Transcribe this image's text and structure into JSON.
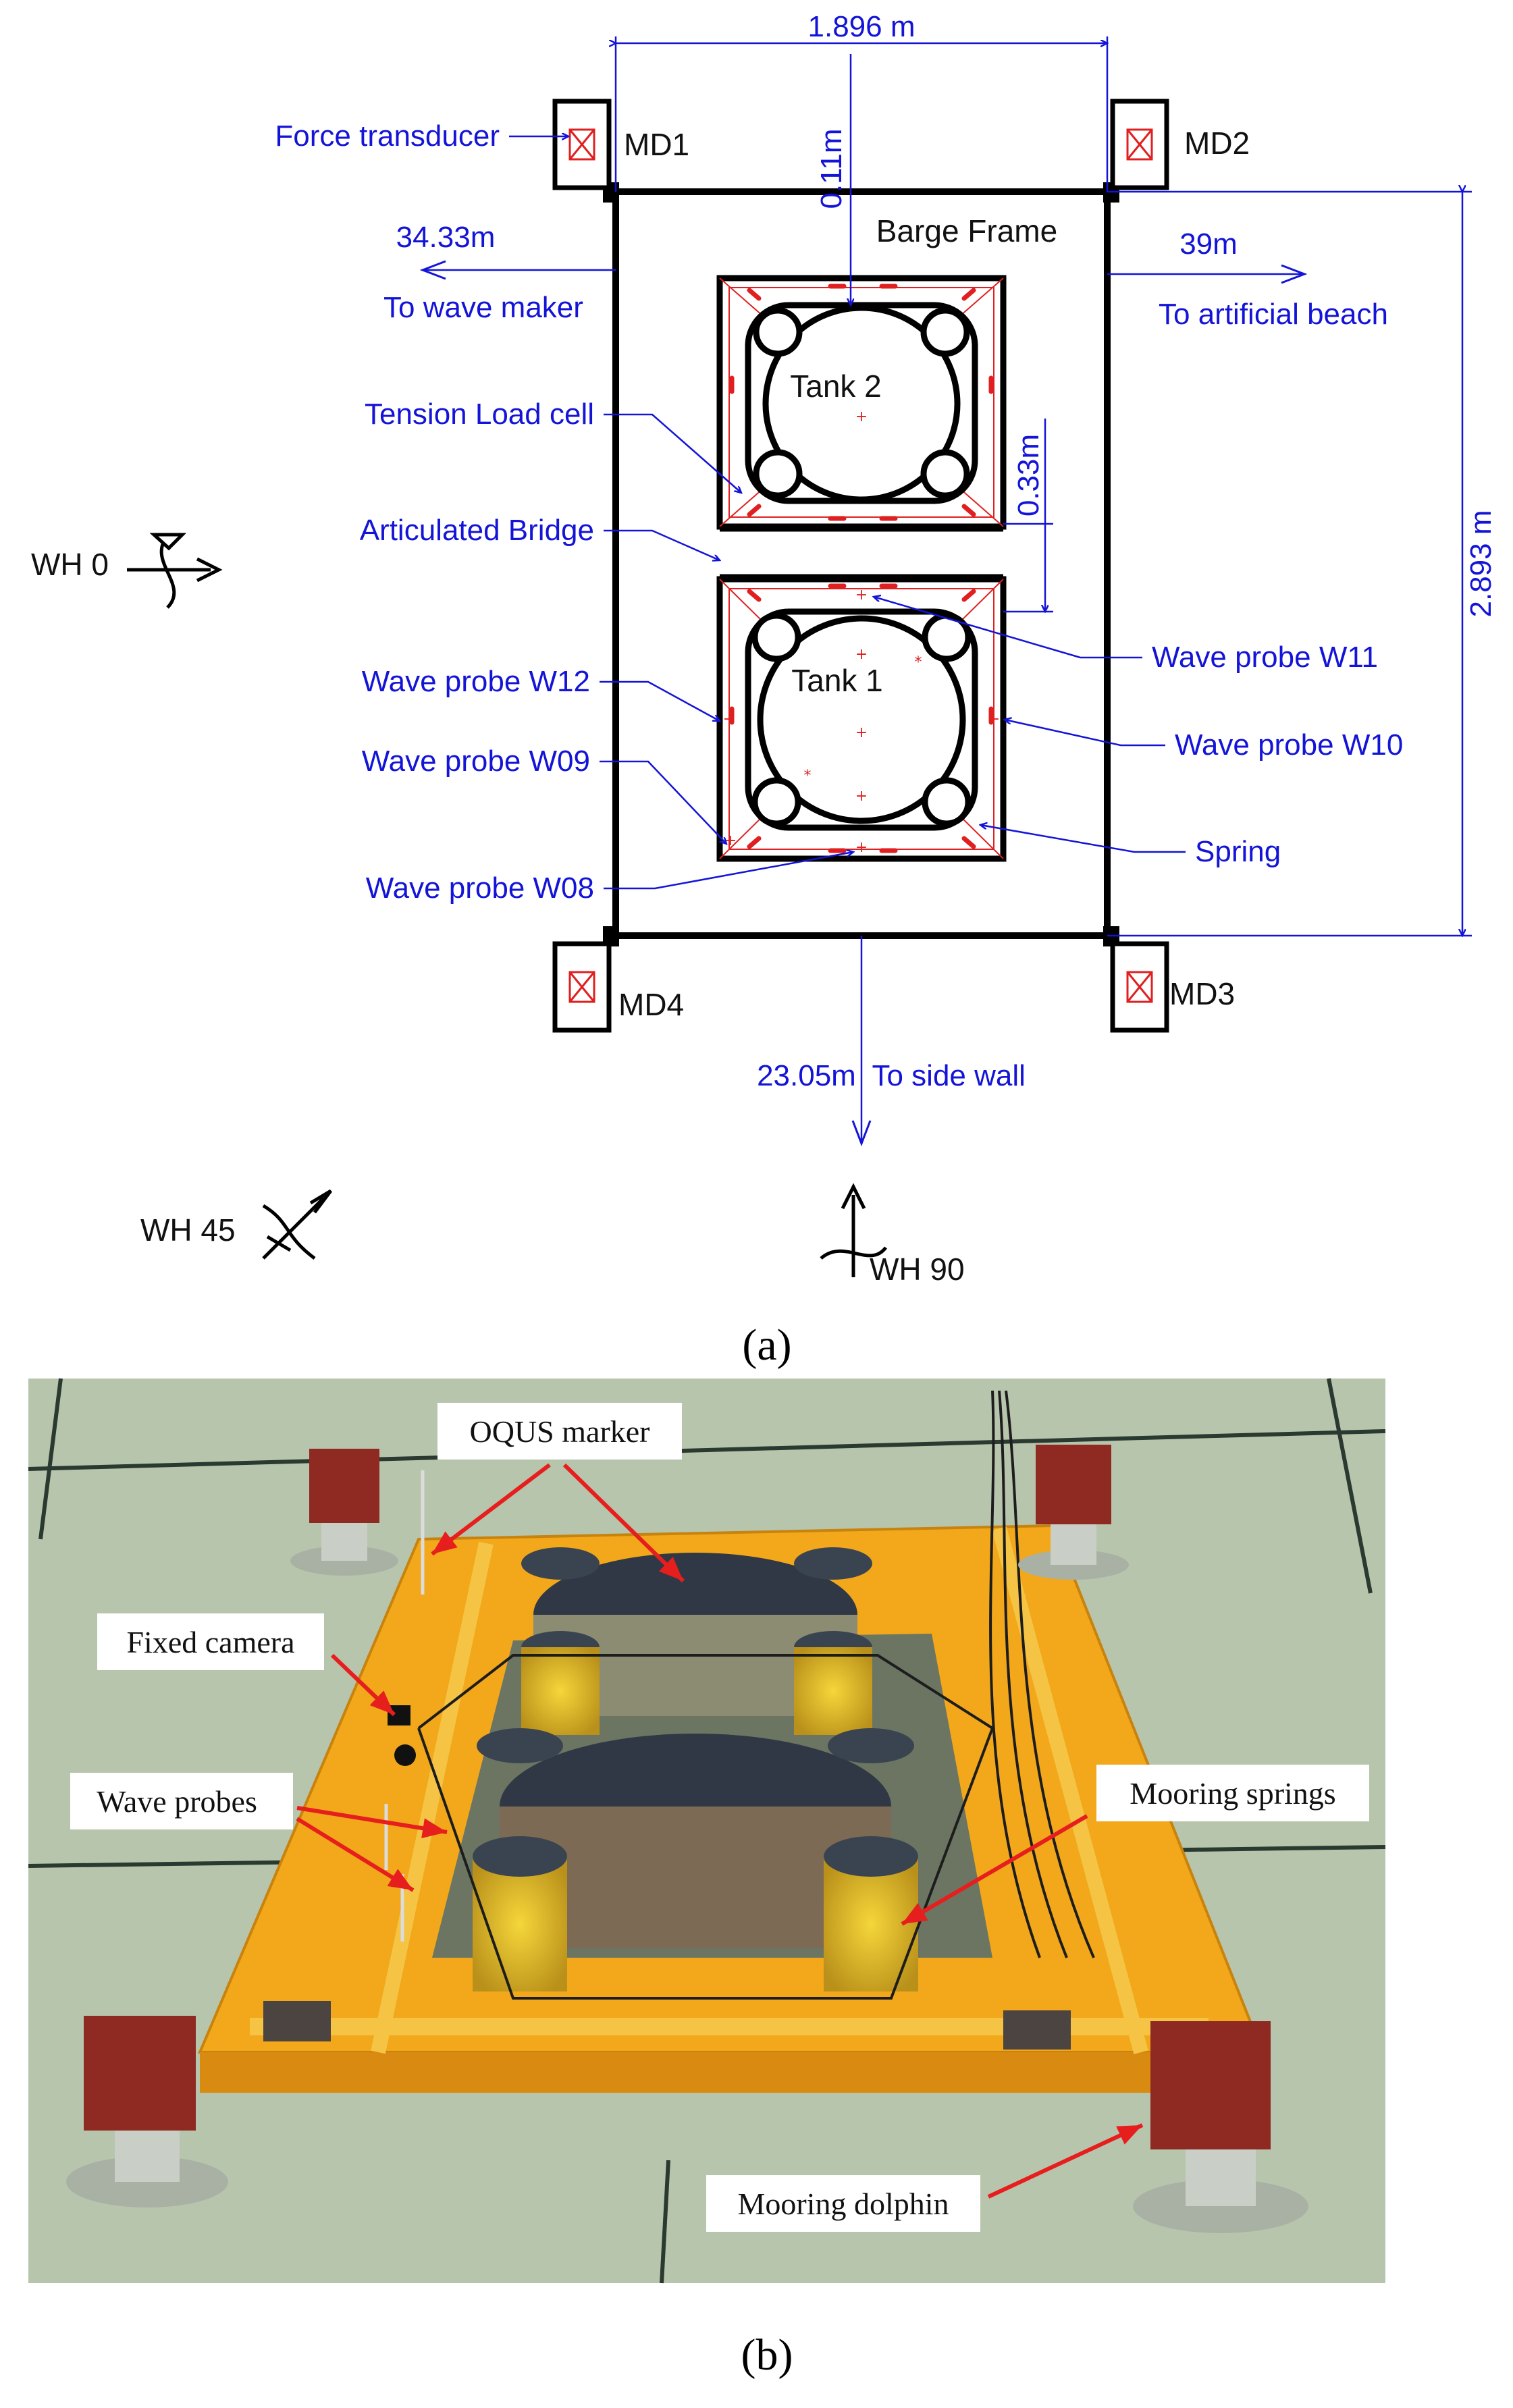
{
  "panel_a": {
    "caption": "(a)",
    "dimensions": {
      "width": "1.896 m",
      "height": "2.893 m",
      "gap_top": "0.11m",
      "gap_tanks": "0.33m"
    },
    "distances": {
      "to_wave_maker_dist": "34.33m",
      "to_wave_maker": "To wave maker",
      "to_beach_dist": "39m",
      "to_beach": "To artificial beach",
      "to_side_wall": "23.05m  To side wall"
    },
    "frame_label": "Barge Frame",
    "tanks": [
      "Tank 2",
      "Tank 1"
    ],
    "dolphins": [
      "MD1",
      "MD2",
      "MD3",
      "MD4"
    ],
    "annotations": {
      "force_transducer": "Force transducer",
      "tension_load_cell": "Tension Load cell",
      "articulated_bridge": "Articulated Bridge",
      "wave_probe_w12": "Wave probe W12",
      "wave_probe_w09": "Wave probe W09",
      "wave_probe_w08": "Wave probe W08",
      "wave_probe_w11": "Wave probe W11",
      "wave_probe_w10": "Wave probe W10",
      "spring": "Spring"
    },
    "wave_headings": [
      "WH 0",
      "WH 45",
      "WH 90"
    ]
  },
  "panel_b": {
    "caption": "(b)",
    "callouts": {
      "oqus_marker": "OQUS marker",
      "fixed_camera": "Fixed camera",
      "wave_probes": "Wave probes",
      "mooring_springs": "Mooring springs",
      "mooring_dolphin": "Mooring dolphin"
    }
  },
  "colors": {
    "annotation_blue": "#1414d8",
    "spring_red": "#e02020",
    "frame_yellow": "#f2a81a",
    "tank_yellow": "#e8c21c",
    "dolphin_red": "#8e2a22",
    "basin_green": "#b8c5ad"
  }
}
